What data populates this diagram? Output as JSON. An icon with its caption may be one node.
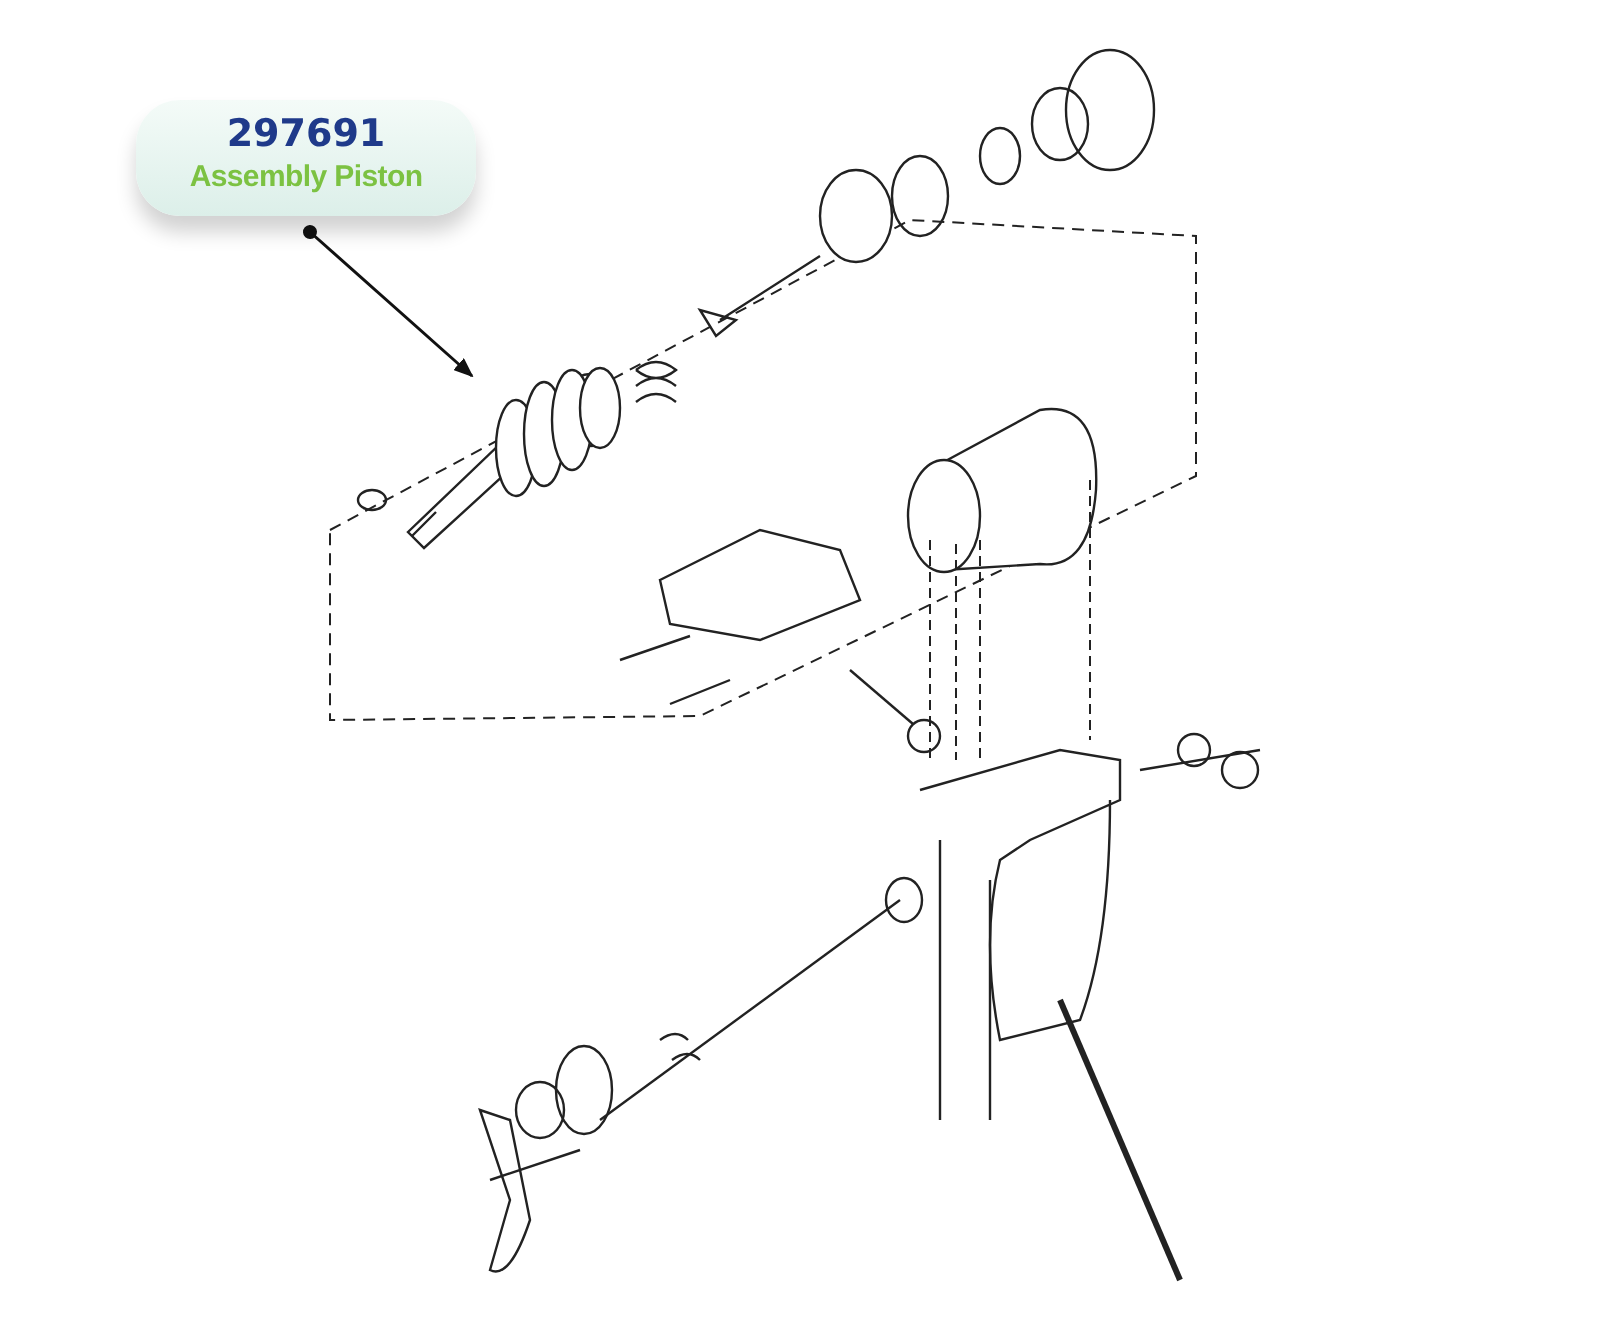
{
  "diagram": {
    "nodes": [
      {
        "text": [
          "297691",
          "Assembly Piston"
        ]
      },
      {
        "text": [],
        "shape": "picture"
      }
    ],
    "edges": [
      {
        "from": 0,
        "to": 1,
        "arrow": "to"
      }
    ]
  }
}
